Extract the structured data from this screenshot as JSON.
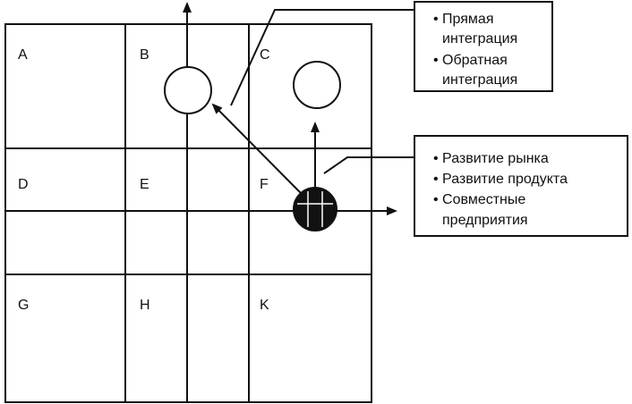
{
  "grid": {
    "cells": [
      "A",
      "B",
      "C",
      "D",
      "E",
      "F",
      "G",
      "H",
      "K"
    ]
  },
  "notes": {
    "integration": {
      "items": [
        "Прямая интеграция",
        "Обратная интеграция"
      ],
      "lines": [
        "• Прямая",
        "интеграция",
        "• Обратная",
        "интеграция"
      ]
    },
    "growth": {
      "items": [
        "Развитие рынка",
        "Развитие продукта",
        "Совместные предприятия"
      ],
      "lines": [
        "• Развитие рынка",
        "• Развитие продукта",
        "• Совместные",
        "предприятия"
      ]
    }
  },
  "colors": {
    "ink": "#111111",
    "background": "#ffffff",
    "position_fill": "#111111"
  }
}
